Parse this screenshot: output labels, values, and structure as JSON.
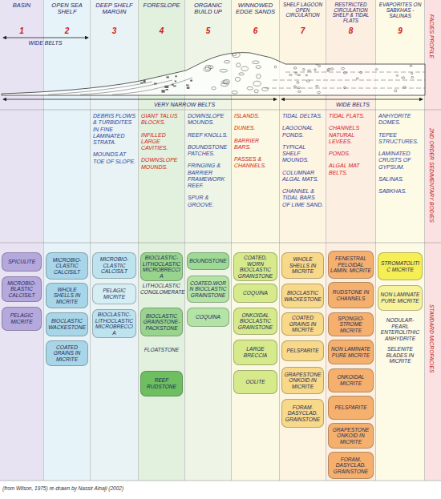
{
  "diagram": {
    "caption": "(from Wilson, 1975) re-drawn by Nassir Alnaji (2002)",
    "nodes": [
      {
        "text": [
          "BASIN",
          "1"
        ]
      },
      {
        "text": [
          "SPICULITE"
        ],
        "in": 0
      },
      {
        "text": [
          "MICROBIO-BLASTIC CALCISILT"
        ],
        "in": 0
      },
      {
        "text": [
          "PELAGIC MICRITE"
        ],
        "in": 0
      },
      {
        "text": [
          "OPEN SEA SHELF",
          "2"
        ]
      },
      {
        "text": [
          "MICROBIO-CLASTIC CALCISILT"
        ],
        "in": 4
      },
      {
        "text": [
          "WHOLE SHELLS IN MICRITE"
        ],
        "in": 4
      },
      {
        "text": [
          "BIOCLASTIC WACKESTONE"
        ],
        "in": 4
      },
      {
        "text": [
          "COATED GRAINS IN MICRITE"
        ],
        "in": 4
      },
      {
        "text": [
          "DEEP SHELF MARGIN",
          "3",
          "DEBRIS FLOWS & TURBIDITES IN FINE LAMINATED STRATA.",
          "MOUNDS AT TOE OF SLOPE."
        ]
      },
      {
        "text": [
          "MICROBIO-CLASTIC CALCISILT"
        ],
        "in": 9
      },
      {
        "text": [
          "PELAGIC MICRITE"
        ],
        "in": 9
      },
      {
        "text": [
          "BIOCLASTIC-LITHOCLASTIC MICROBRECCIA"
        ],
        "in": 9
      },
      {
        "text": [
          "FORESLOPE",
          "4",
          "GIANT TALUS BLOCKS.",
          "INFILLED LARGE CAVITIES.",
          "DOWNSLOPE MOUNDS.",
          "LITHOCLASTIC CONGLOMERATE",
          "FLOATSTONE"
        ]
      },
      {
        "text": [
          "BIOCLASTIC-LITHOCLASTIC MICROBRECCIA"
        ],
        "in": 13
      },
      {
        "text": [
          "BIOCLASTIC GRAINSTONE-PACKSTONE"
        ],
        "in": 13
      },
      {
        "text": [
          "REEF RUDSTONE"
        ],
        "in": 13
      },
      {
        "text": [
          "ORGANIC BUILD UP",
          "5",
          "DOWNSLOPE MOUNDS.",
          "REEF KNOLLS.",
          "BOUNDSTONE PATCHES.",
          "FRINGING & BARRIER FRAMEWORK REEF.",
          "SPUR & GROOVE."
        ]
      },
      {
        "text": [
          "BOUNDSTONE"
        ],
        "in": 17
      },
      {
        "text": [
          "COATED.WORN BIOCLASTIC GRAINSTONE"
        ],
        "in": 17
      },
      {
        "text": [
          "COQUINA"
        ],
        "in": 17
      },
      {
        "text": [
          "WINNOWED EDGE SANDS",
          "6",
          "ISLANDS.",
          "DUNES.",
          "BARRIER BARS.",
          "PASSES & CHANNELS."
        ]
      },
      {
        "text": [
          "COATED, WORN BIOCLASTIC GRAINSTONE"
        ],
        "in": 21
      },
      {
        "text": [
          "COQUINA"
        ],
        "in": 21
      },
      {
        "text": [
          "ONKOIDAL BIOCLASTIC GRAINSTONE"
        ],
        "in": 21
      },
      {
        "text": [
          "LARGE BRECCIA"
        ],
        "in": 21
      },
      {
        "text": [
          "OOLITE"
        ],
        "in": 21
      },
      {
        "text": [
          "SHELF LAGOON OPEN CIRCULATION",
          "7",
          "TIDAL DELTAS.",
          "LAGOONAL PONDS.",
          "TYPICAL SHELF MOUNDS.",
          "COLUMNAR ALGAL MATS.",
          "CHANNEL & TIDAL BARS OF LIME SAND."
        ]
      },
      {
        "text": [
          "WHOLE SHELLS IN MICRITE"
        ],
        "in": 27
      },
      {
        "text": [
          "BIOCLASTIC WACKESTONE"
        ],
        "in": 27
      },
      {
        "text": [
          "COATED GRAINS IN MICRITE"
        ],
        "in": 27
      },
      {
        "text": [
          "PELSPARITE"
        ],
        "in": 27
      },
      {
        "text": [
          "GRAPESTONE ONKOID IN MICRITE"
        ],
        "in": 27
      },
      {
        "text": [
          "FORAM. DASYCLAD. GRAINSTONE"
        ],
        "in": 27
      },
      {
        "text": [
          "RESTRICTED CIRCULATION SHELF & TIDAL FLATS",
          "8",
          "TIDAL FLATS.",
          "CHANNELS NATURAL LEVEES.",
          "PONDS.",
          "ALGAL MAT BELTS."
        ]
      },
      {
        "text": [
          "FENESTRAL PELOIDAL LAMIN. MICRITE"
        ],
        "in": 34
      },
      {
        "text": [
          "RUDSTONE IN CHANNELS"
        ],
        "in": 34
      },
      {
        "text": [
          "SPONGIO-STROME MICRITE"
        ],
        "in": 34
      },
      {
        "text": [
          "NON LAMINATE PURE MICRITE"
        ],
        "in": 34
      },
      {
        "text": [
          "ONKOIDAL MICRITE"
        ],
        "in": 34
      },
      {
        "text": [
          "PELSPARITE"
        ],
        "in": 34
      },
      {
        "text": [
          "GRAPESTONE ONKOID IN MICRITE"
        ],
        "in": 34
      },
      {
        "text": [
          "FORAM, DASYCLAD. GRAINSTONE"
        ],
        "in": 34
      },
      {
        "text": [
          "EVAPORITES ON SABKHAS - SALINAS",
          "9",
          "ANHYDRITE DOMES.",
          "TEPEE STRUCTURES.",
          "LAMINATED CRUSTS OF GYPSUM.",
          "SALINAS.",
          "SABKHAS.",
          "NODULAR-PEARL ENTEROLITHIC ANHYDRITE",
          "SELENITE BLADES IN MICRITE"
        ]
      },
      {
        "text": [
          "STROMATOLITIC MICRITE"
        ],
        "in": 43
      },
      {
        "text": [
          "NON LAMINATE PURE MICRITE"
        ],
        "in": 43
      },
      {
        "text": [
          "FACIES PROFILE",
          "2ND ORDER SEDIMENTARY BODIES",
          "STANDARD MICROFACIES"
        ]
      }
    ],
    "labels": [
      "WIDE BELTS",
      "VERY NARROW BELTS",
      "WIDE BELTS"
    ]
  }
}
